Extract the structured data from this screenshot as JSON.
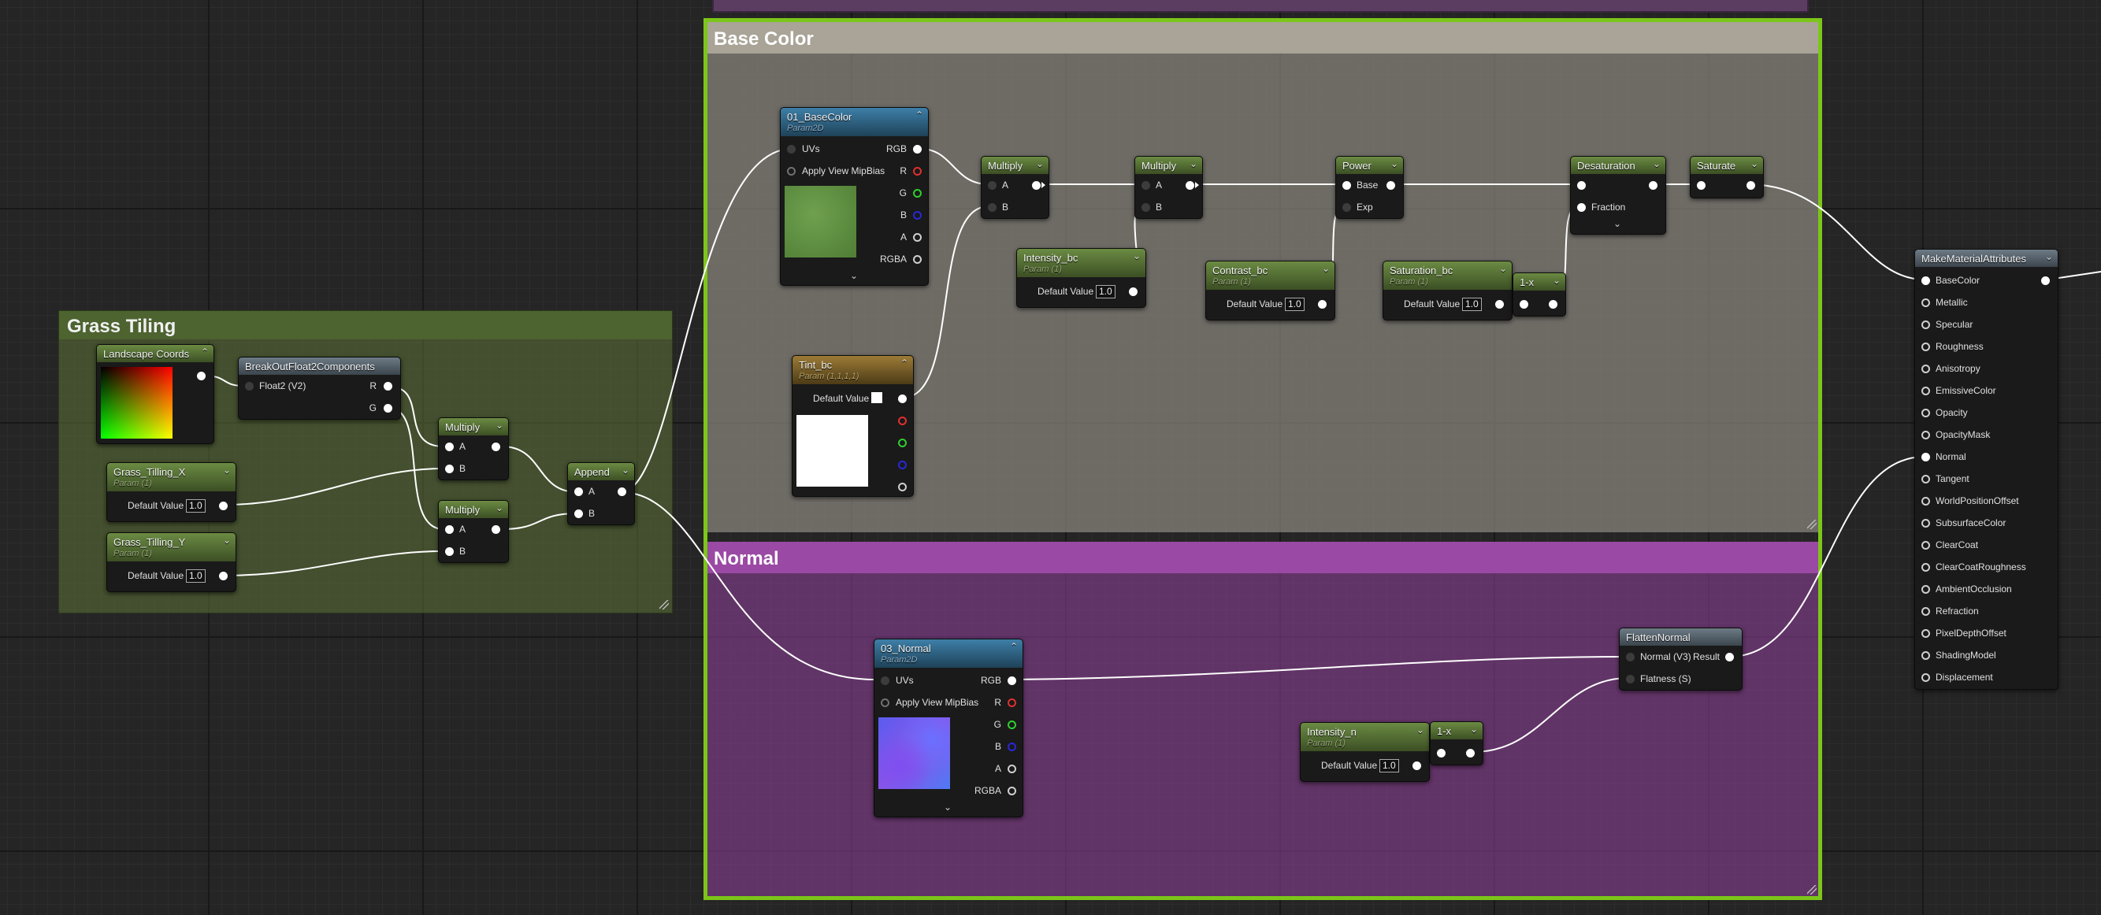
{
  "colors": {
    "comment_base": "#9b9890",
    "comment_normal": "#8a3f95",
    "comment_grass": "#5c7236",
    "selection": "#7cc619",
    "wire": "#ffffff"
  },
  "comments": {
    "base_color": "Base Color",
    "normal": "Normal",
    "grass_tiling": "Grass Tiling"
  },
  "pins": {
    "uvs": "UVs",
    "mipbias": "Apply View MipBias",
    "rgb": "RGB",
    "r": "R",
    "g": "G",
    "b": "B",
    "a": "A",
    "rgba": "RGBA",
    "a_in": "A",
    "b_in": "B",
    "base": "Base",
    "exp": "Exp",
    "fraction": "Fraction",
    "default_value": "Default Value",
    "float2": "Float2 (V2)",
    "normal_v3": "Normal (V3)",
    "result": "Result",
    "flatness": "Flatness (S)"
  },
  "nodes": {
    "basecolor_tex": {
      "title": "01_BaseColor",
      "sub": "Param2D"
    },
    "multiply": "Multiply",
    "power": "Power",
    "desaturation": "Desaturation",
    "saturate": "Saturate",
    "one_minus": "1-x",
    "intensity_bc": {
      "title": "Intensity_bc",
      "sub": "Param (1)",
      "value": "1.0"
    },
    "contrast_bc": {
      "title": "Contrast_bc",
      "sub": "Param (1)",
      "value": "1.0"
    },
    "saturation_bc": {
      "title": "Saturation_bc",
      "sub": "Param (1)",
      "value": "1.0"
    },
    "tint_bc": {
      "title": "Tint_bc",
      "sub": "Param (1,1,1,1)"
    },
    "landscape_coords": "Landscape Coords",
    "breakout": "BreakOutFloat2Components",
    "append": "Append",
    "grass_x": {
      "title": "Grass_Tilling_X",
      "sub": "Param (1)",
      "value": "1.0"
    },
    "grass_y": {
      "title": "Grass_Tilling_Y",
      "sub": "Param (1)",
      "value": "1.0"
    },
    "normal_tex": {
      "title": "03_Normal",
      "sub": "Param2D"
    },
    "intensity_n": {
      "title": "Intensity_n",
      "sub": "Param (1)",
      "value": "1.0"
    },
    "flatten": "FlattenNormal",
    "make_attrs": {
      "title": "MakeMaterialAttributes",
      "pins": [
        "BaseColor",
        "Metallic",
        "Specular",
        "Roughness",
        "Anisotropy",
        "EmissiveColor",
        "Opacity",
        "OpacityMask",
        "Normal",
        "Tangent",
        "WorldPositionOffset",
        "SubsurfaceColor",
        "ClearCoat",
        "ClearCoatRoughness",
        "AmbientOcclusion",
        "Refraction",
        "PixelDepthOffset",
        "ShadingModel",
        "Displacement"
      ]
    }
  }
}
